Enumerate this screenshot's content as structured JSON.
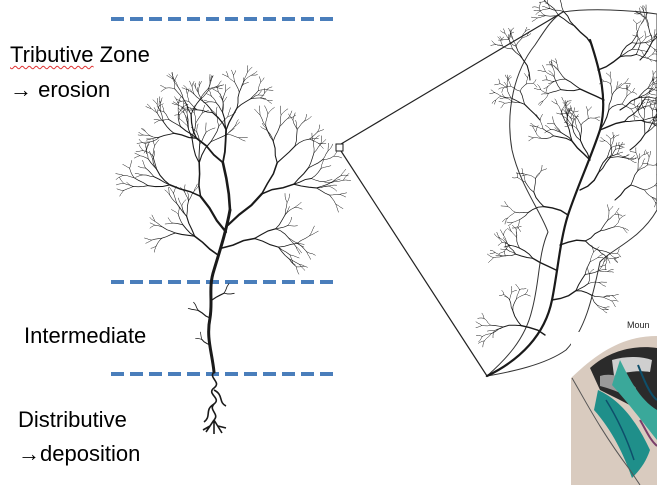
{
  "labels": {
    "tributive_word": "Tributive",
    "tributive_rest": " Zone",
    "tributive_process": "→ erosion",
    "intermediate": "Intermediate",
    "distributive": "Distributive",
    "distributive_process": "→deposition"
  },
  "inset": {
    "label": "Moun"
  },
  "colors": {
    "boundary": "#4a7ebb",
    "tree": "#1a1a1a",
    "inset_water": "#1f8f8a",
    "inset_ground": "#d9cbbf"
  }
}
